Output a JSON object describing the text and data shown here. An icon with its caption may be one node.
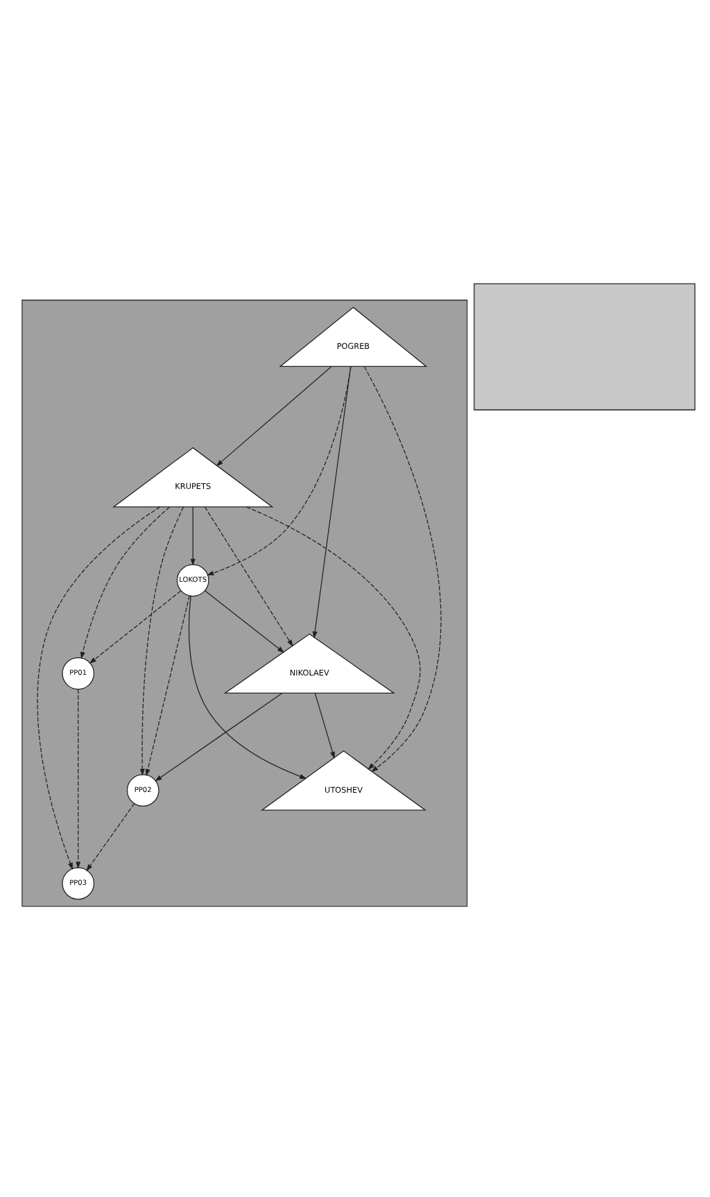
{
  "diagram": {
    "nodes": [
      {
        "text": [],
        "shape": "box"
      },
      {
        "text": [
          "POGREB"
        ],
        "in": 0
      },
      {
        "text": [
          "NIKOLAEV"
        ],
        "in": 0
      },
      {
        "text": [
          "LOKOTS"
        ],
        "in": 0
      },
      {
        "text": [
          "PP01"
        ],
        "in": 0
      },
      {
        "text": [
          "PP02"
        ],
        "in": 0
      },
      {
        "text": [
          "PP03"
        ],
        "in": 0
      },
      {
        "text": [
          "KRUPETS"
        ],
        "in": 0
      },
      {
        "text": [
          "UTOSHEV"
        ],
        "in": 0
      },
      {
        "text": [],
        "shape": "box"
      }
    ],
    "edges": [
      {
        "from": 1,
        "to": 2,
        "arrow": "to"
      },
      {
        "from": 1,
        "to": 7,
        "arrow": "to"
      },
      {
        "from": 1,
        "to": 3,
        "arrow": "to",
        "style": "dashed"
      },
      {
        "from": 1,
        "to": 8,
        "arrow": "to",
        "style": "dashed"
      },
      {
        "from": 7,
        "to": 3,
        "arrow": "to"
      },
      {
        "from": 3,
        "to": 2,
        "arrow": "to"
      },
      {
        "from": 3,
        "to": 8,
        "arrow": "to"
      },
      {
        "from": 2,
        "to": 8,
        "arrow": "to"
      },
      {
        "from": 7,
        "to": 8,
        "arrow": "to",
        "style": "dashed"
      },
      {
        "from": 7,
        "to": 2,
        "arrow": "to",
        "style": "dashed"
      },
      {
        "from": 3,
        "to": 4,
        "arrow": "to",
        "style": "dashed"
      },
      {
        "from": 3,
        "to": 5,
        "arrow": "to",
        "style": "dashed"
      },
      {
        "from": 4,
        "to": 6,
        "arrow": "to",
        "style": "dashed"
      },
      {
        "from": 5,
        "to": 6,
        "arrow": "to",
        "style": "dashed"
      },
      {
        "from": 7,
        "to": 4,
        "arrow": "to",
        "style": "dashed"
      },
      {
        "from": 7,
        "to": 5,
        "arrow": "to",
        "style": "dashed"
      },
      {
        "from": 7,
        "to": 6,
        "arrow": "to",
        "style": "dashed"
      },
      {
        "from": 2,
        "to": 5,
        "arrow": "to"
      }
    ]
  }
}
